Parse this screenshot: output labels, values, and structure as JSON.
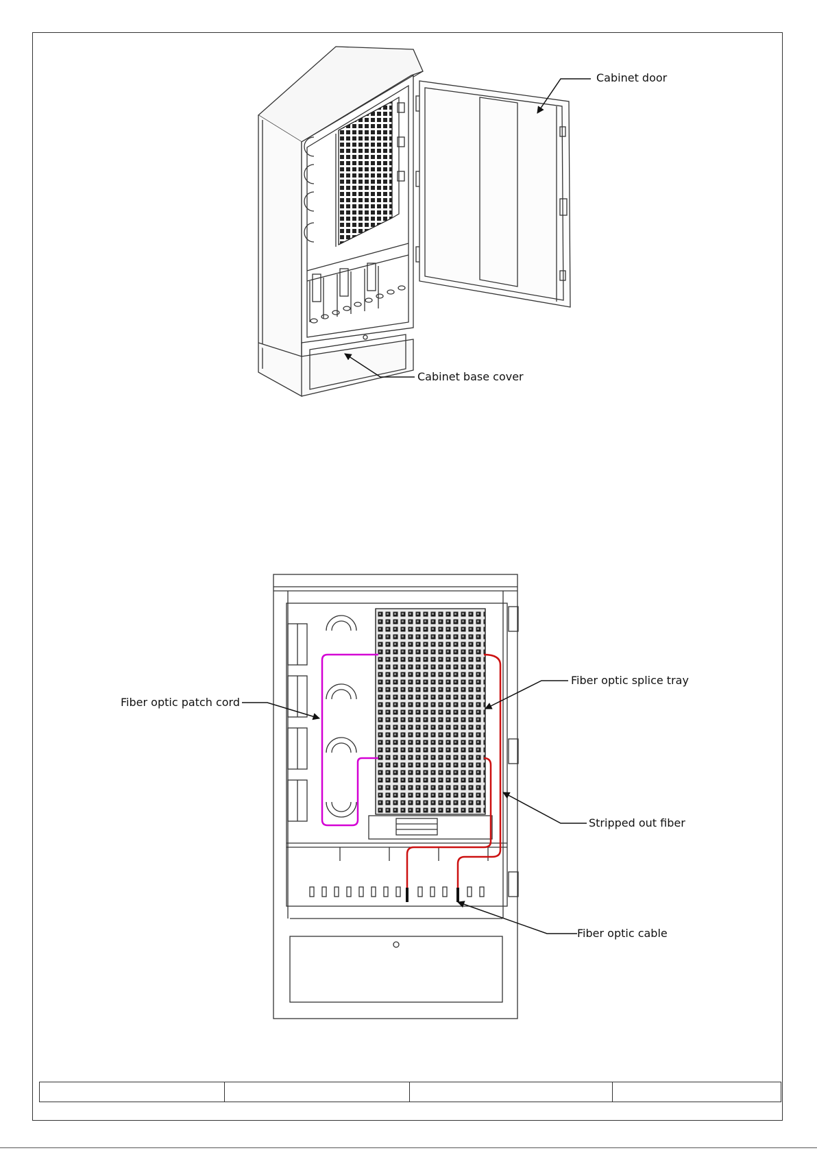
{
  "labels": {
    "cabinet_door": "Cabinet door",
    "cabinet_base_cover": "Cabinet base cover",
    "fiber_optic_patch_cord": "Fiber optic patch cord",
    "fiber_optic_splice_tray": "Fiber optic splice tray",
    "stripped_out_fiber": "Stripped out fiber",
    "fiber_optic_cable": "Fiber optic cable"
  },
  "title_block": [
    "",
    "",
    "",
    ""
  ],
  "colors": {
    "line": "#333333",
    "patch_cord": "#d400d4",
    "stripped_fiber": "#cc1111",
    "cable": "#111111"
  }
}
